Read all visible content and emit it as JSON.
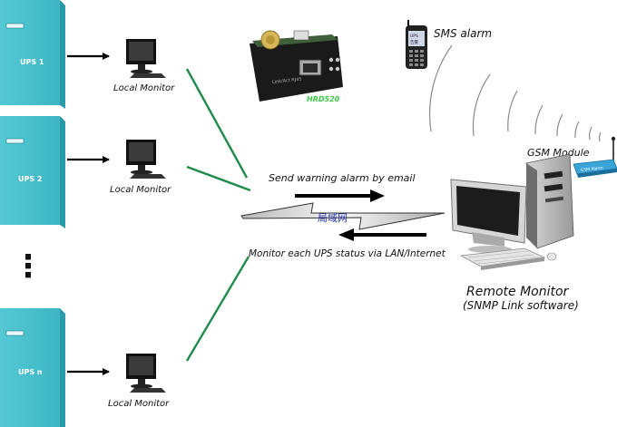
{
  "ups_units": [
    {
      "label": "UPS 1",
      "monitor_label": "Local Monitor"
    },
    {
      "label": "UPS 2",
      "monitor_label": "Local Monitor"
    },
    {
      "label": "UPS n",
      "monitor_label": "Local Monitor"
    }
  ],
  "ellipsis": "⋮",
  "card_label": "HRD520",
  "card_port_text": "Link/Act  RJ45",
  "sms_label": "SMS alarm",
  "phone_screen_text": "UPS\n告警",
  "gsm_label": "GSM Module",
  "gsm_badge_text": "GSM Alarm",
  "email_label": "Send warning alarm by email",
  "network_label": "局域网",
  "lan_label": "Monitor each UPS status via LAN/Internet",
  "remote_title": "Remote Monitor",
  "remote_subtitle": "(SNMP Link software)",
  "colors": {
    "ups_face": "#4ec3d0",
    "ups_side": "#2a9aa9",
    "link_line": "#1f8c4c",
    "card_label": "#3cc94a",
    "network_text": "#2233aa"
  }
}
